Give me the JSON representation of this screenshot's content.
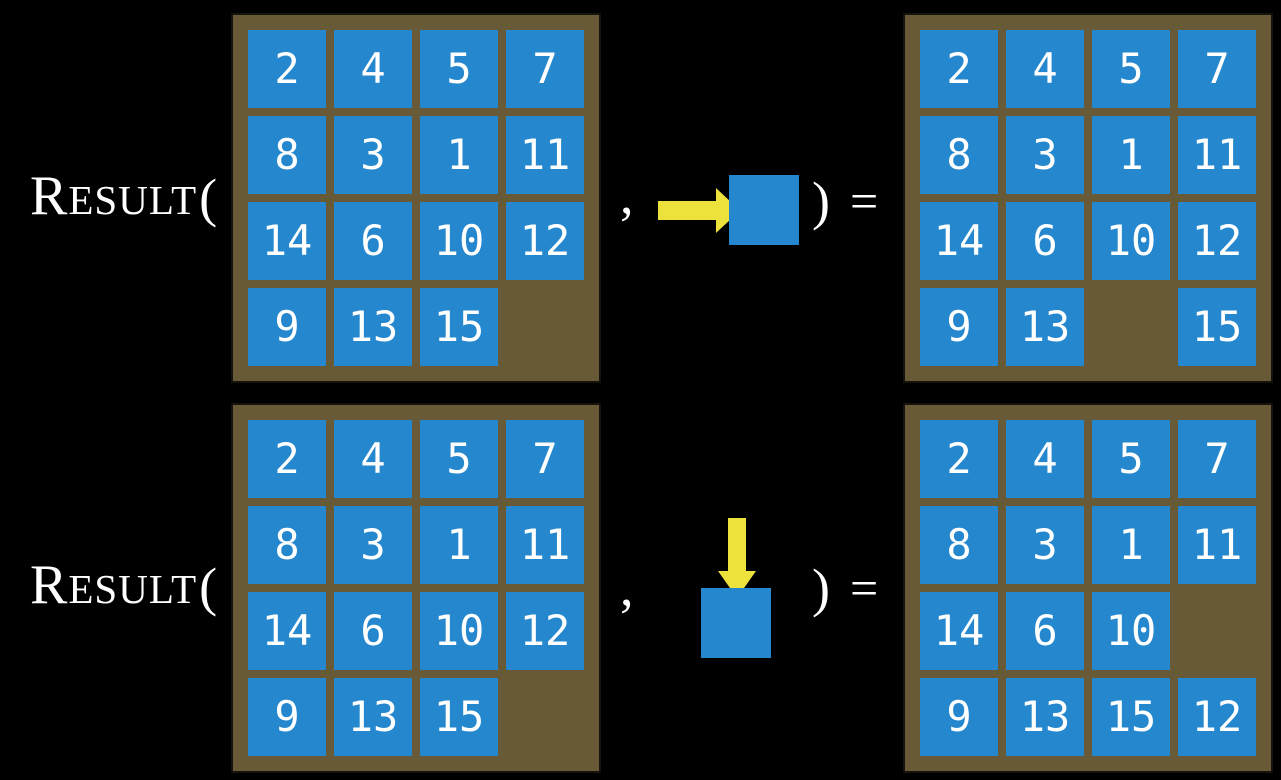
{
  "colors": {
    "background": "#000000",
    "tile_blue": "#2588CE",
    "frame_brown": "#685A37",
    "frame_outline": "#16120C",
    "arrow_yellow": "#EDE23B",
    "text_white": "#FFFFFF"
  },
  "expressions": [
    {
      "function_initial": "R",
      "function_rest": "ESULT",
      "open_paren": "(",
      "comma": ",",
      "close_paren": ")",
      "equals": "=",
      "action": "move-tile-right",
      "before_grid": [
        [
          "2",
          "4",
          "5",
          "7"
        ],
        [
          "8",
          "3",
          "1",
          "11"
        ],
        [
          "14",
          "6",
          "10",
          "12"
        ],
        [
          "9",
          "13",
          "15",
          ""
        ]
      ],
      "after_grid": [
        [
          "2",
          "4",
          "5",
          "7"
        ],
        [
          "8",
          "3",
          "1",
          "11"
        ],
        [
          "14",
          "6",
          "10",
          "12"
        ],
        [
          "9",
          "13",
          "",
          "15"
        ]
      ]
    },
    {
      "function_initial": "R",
      "function_rest": "ESULT",
      "open_paren": "(",
      "comma": ",",
      "close_paren": ")",
      "equals": "=",
      "action": "move-tile-down",
      "before_grid": [
        [
          "2",
          "4",
          "5",
          "7"
        ],
        [
          "8",
          "3",
          "1",
          "11"
        ],
        [
          "14",
          "6",
          "10",
          "12"
        ],
        [
          "9",
          "13",
          "15",
          ""
        ]
      ],
      "after_grid": [
        [
          "2",
          "4",
          "5",
          "7"
        ],
        [
          "8",
          "3",
          "1",
          "11"
        ],
        [
          "14",
          "6",
          "10",
          ""
        ],
        [
          "9",
          "13",
          "15",
          "12"
        ]
      ]
    }
  ]
}
